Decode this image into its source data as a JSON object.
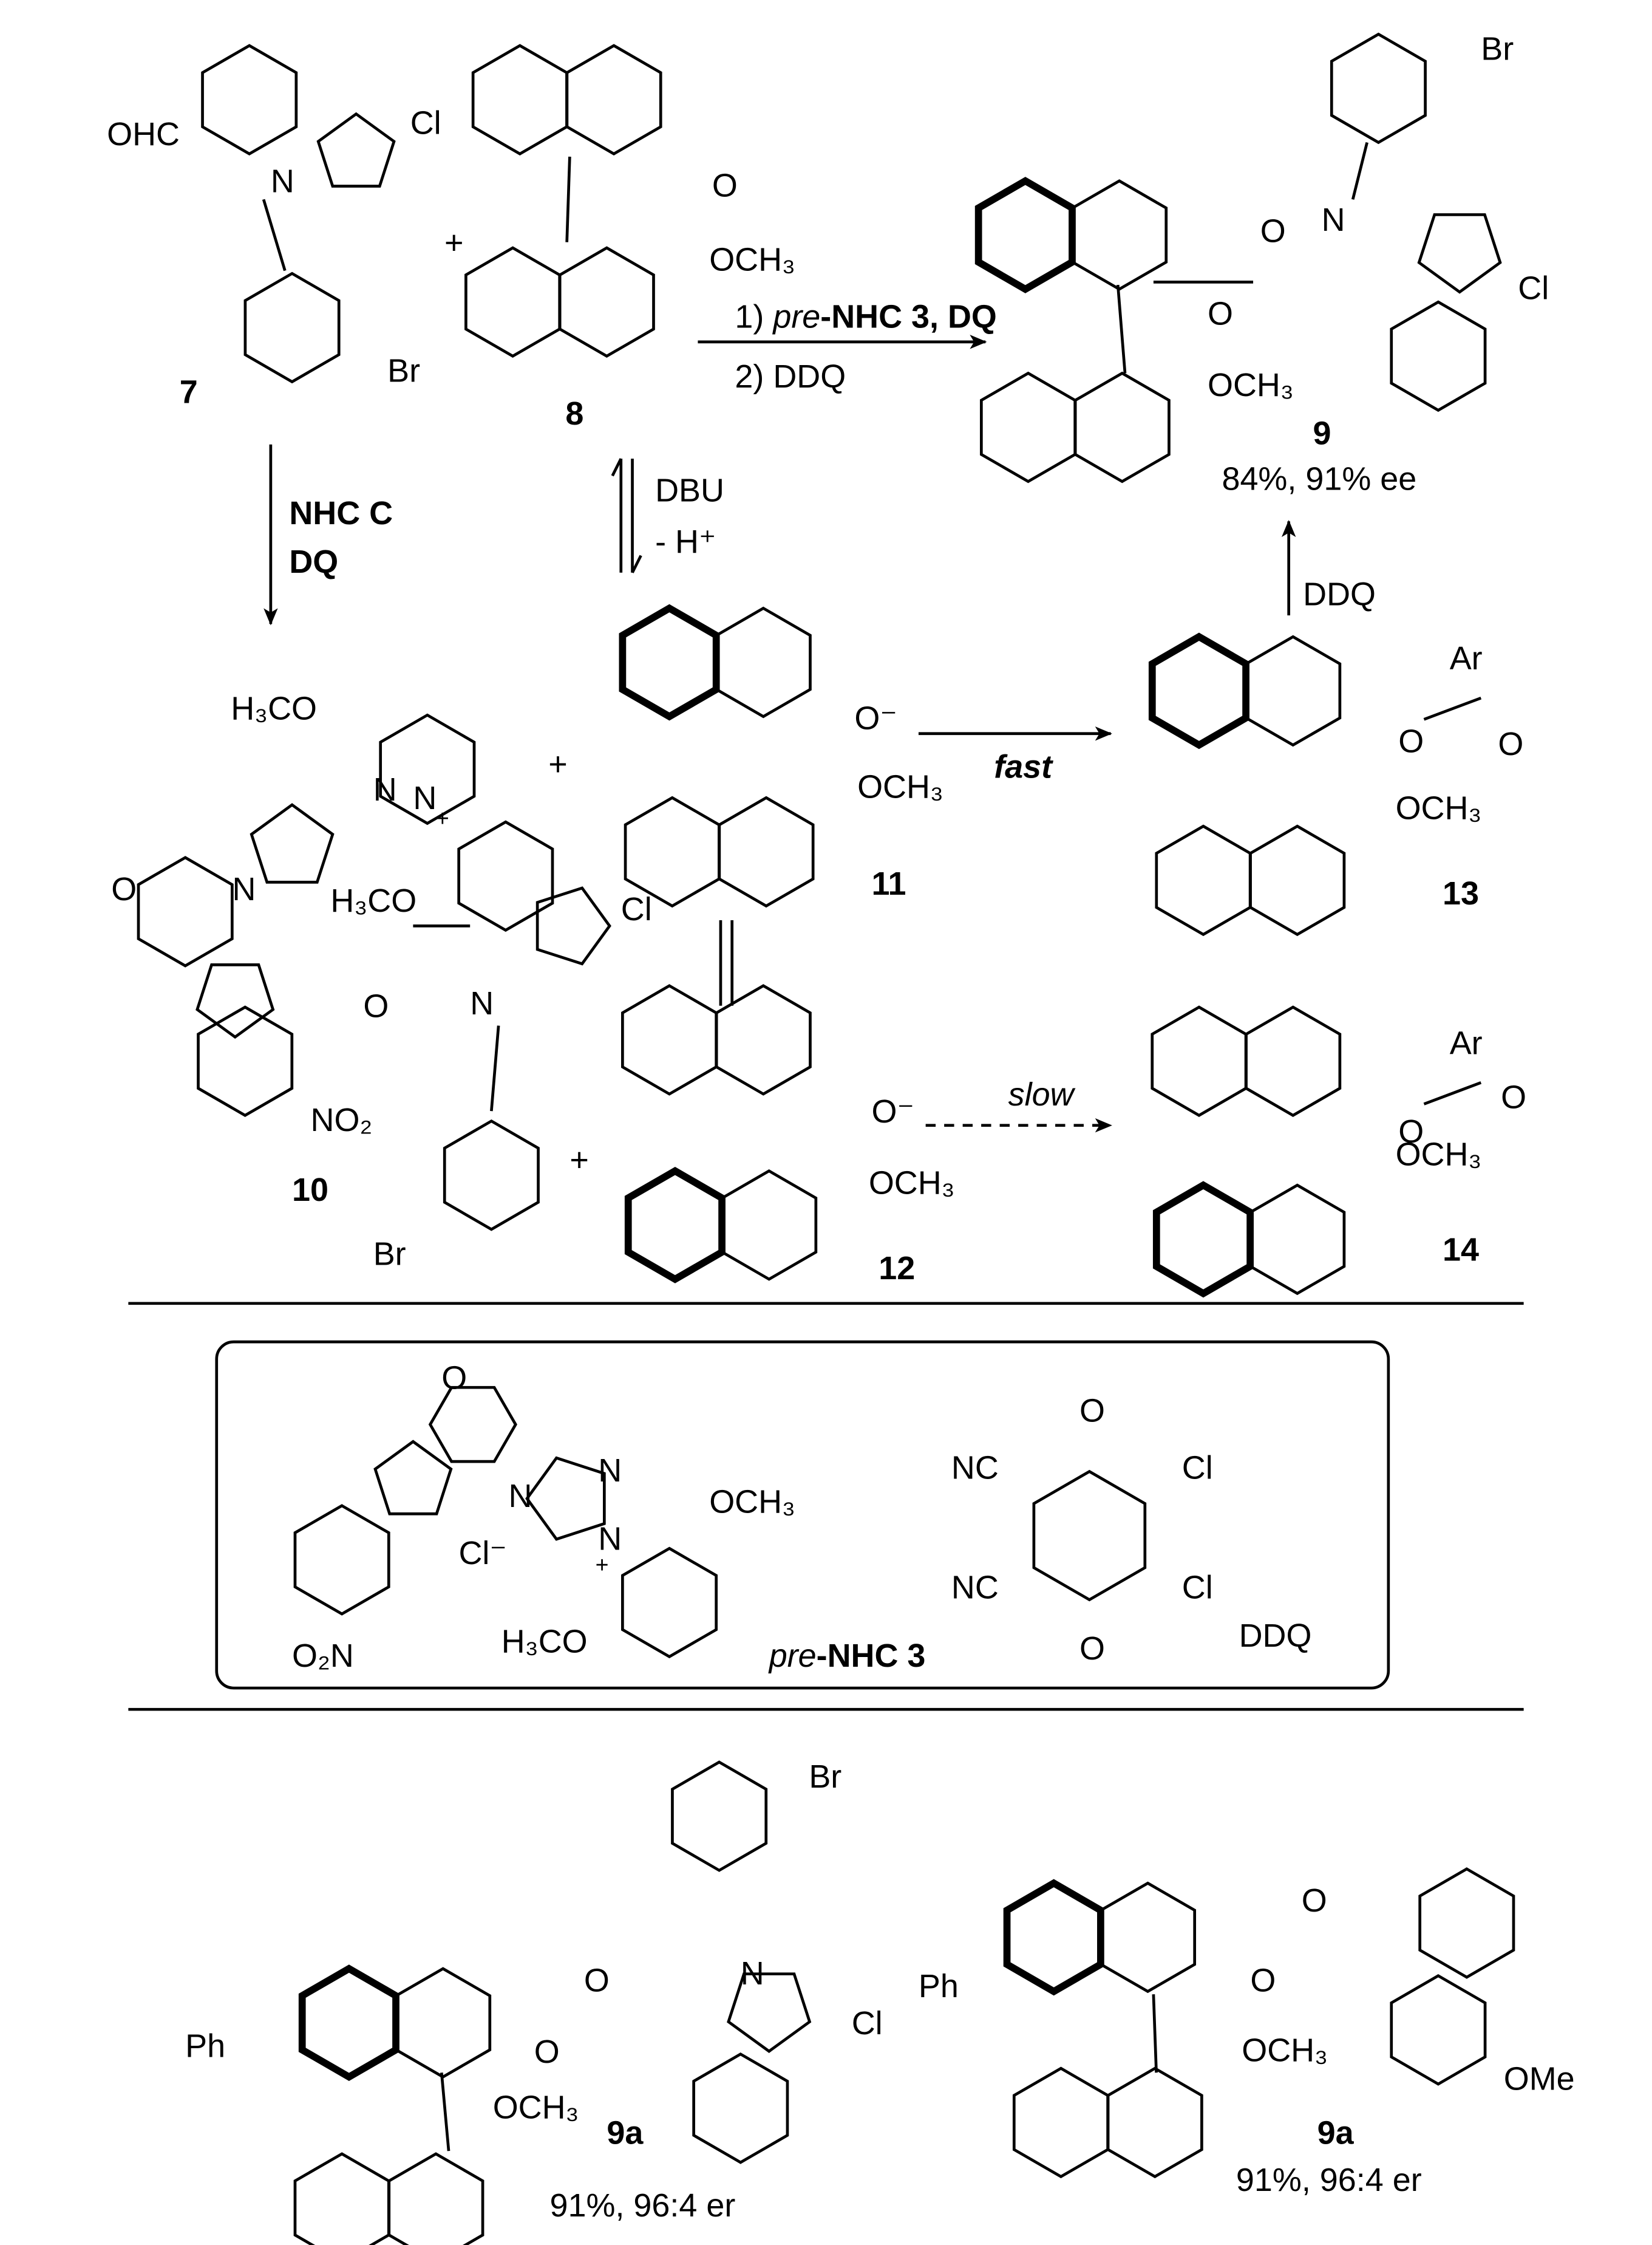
{
  "compound_7": {
    "cho": "OHC",
    "cl": "Cl",
    "n": "N",
    "br": "Br",
    "id": "7"
  },
  "plus": "+",
  "compound_8": {
    "o": "O",
    "och3": "OCH₃",
    "id": "8"
  },
  "reaction_main": {
    "step1_prefix": "1) ",
    "step1_pre": "pre",
    "step1_rest": "-NHC 3, DQ",
    "step2": "2) DDQ"
  },
  "compound_9": {
    "br": "Br",
    "n": "N",
    "o1": "O",
    "o2": "O",
    "cl": "Cl",
    "och3": "OCH₃",
    "id": "9",
    "yield": "84%, 91% ee"
  },
  "arrow_nhc": {
    "line1": "NHC C",
    "line2": "DQ"
  },
  "arrow_dbu": {
    "line1": "DBU",
    "line2": "- H⁺"
  },
  "arrow_ddq": {
    "label": "DDQ"
  },
  "compound_10": {
    "h3co_top": "H₃CO",
    "n1": "N",
    "n2": "N",
    "plus": "+",
    "o": "O",
    "n3": "N",
    "h3co": "H₃CO",
    "cl": "Cl",
    "o_co": "O",
    "n_ind": "N",
    "no2": "NO₂",
    "id": "10",
    "br": "Br"
  },
  "compound_11": {
    "o": "O⁻",
    "och3": "OCH₃",
    "id": "11"
  },
  "arrow_fast": {
    "label": "fast"
  },
  "compound_13": {
    "ar": "Ar",
    "o1": "O",
    "o2": "O",
    "och3": "OCH₃",
    "id": "13"
  },
  "compound_12": {
    "o": "O⁻",
    "och3": "OCH₃",
    "id": "12"
  },
  "arrow_slow": {
    "label": "slow"
  },
  "compound_14": {
    "ar": "Ar",
    "o1": "O",
    "o2": "O",
    "och3": "OCH₃",
    "id": "14"
  },
  "pre_nhc_3": {
    "o": "O",
    "n1": "N",
    "n2": "N",
    "n3": "N",
    "plus": "+",
    "och3": "OCH₃",
    "cl": "Cl⁻",
    "o2n": "O₂N",
    "h3co": "H₃CO",
    "label_pre": "pre",
    "label_rest": "-NHC 3"
  },
  "ddq": {
    "o_top": "O",
    "nc1": "NC",
    "cl1": "Cl",
    "nc2": "NC",
    "cl2": "Cl",
    "o_bot": "O",
    "label": "DDQ"
  },
  "compound_9a_left": {
    "br": "Br",
    "n": "N",
    "o1": "O",
    "o2": "O",
    "cl": "Cl",
    "ph": "Ph",
    "och3": "OCH₃",
    "id": "9a",
    "yield": "91%, 96:4 er"
  },
  "compound_9a_right": {
    "ph": "Ph",
    "o1": "O",
    "o2": "O",
    "och3": "OCH₃",
    "ome": "OMe",
    "id": "9a",
    "yield": "91%, 96:4 er"
  }
}
